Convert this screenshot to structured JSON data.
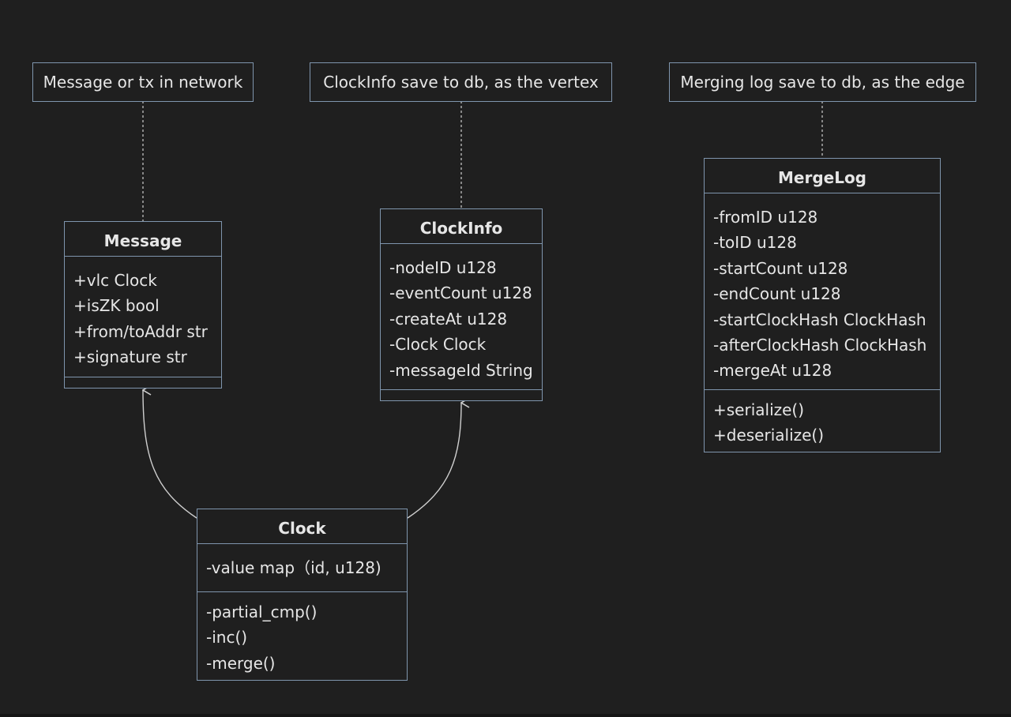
{
  "notes": {
    "message": "Message or tx in network",
    "clockinfo": "ClockInfo save to db, as the vertex",
    "mergelog": "Merging log save to db, as the edge"
  },
  "classes": {
    "message": {
      "name": "Message",
      "attributes": [
        "+vlc Clock",
        "+isZK bool",
        "+from/toAddr str",
        "+signature str"
      ],
      "methods": []
    },
    "clockinfo": {
      "name": "ClockInfo",
      "attributes": [
        "-nodeID u128",
        "-eventCount u128",
        "-createAt u128",
        "-Clock Clock",
        "-messageId String"
      ],
      "methods": []
    },
    "mergelog": {
      "name": "MergeLog",
      "attributes": [
        "-fromID u128",
        "-toID u128",
        "-startCount u128",
        "-endCount u128",
        "-startClockHash ClockHash",
        "-afterClockHash ClockHash",
        "-mergeAt u128"
      ],
      "methods": [
        "+serialize()",
        "+deserialize()"
      ]
    },
    "clock": {
      "name": "Clock",
      "attributes": [
        "-value map（id, u128)"
      ],
      "methods": [
        "-partial_cmp()",
        "-inc()",
        "-merge()"
      ]
    }
  },
  "colors": {
    "background": "#1f1f1f",
    "border": "#7f95ad",
    "text": "#e6e6e6",
    "link": "#cfcfcf"
  }
}
